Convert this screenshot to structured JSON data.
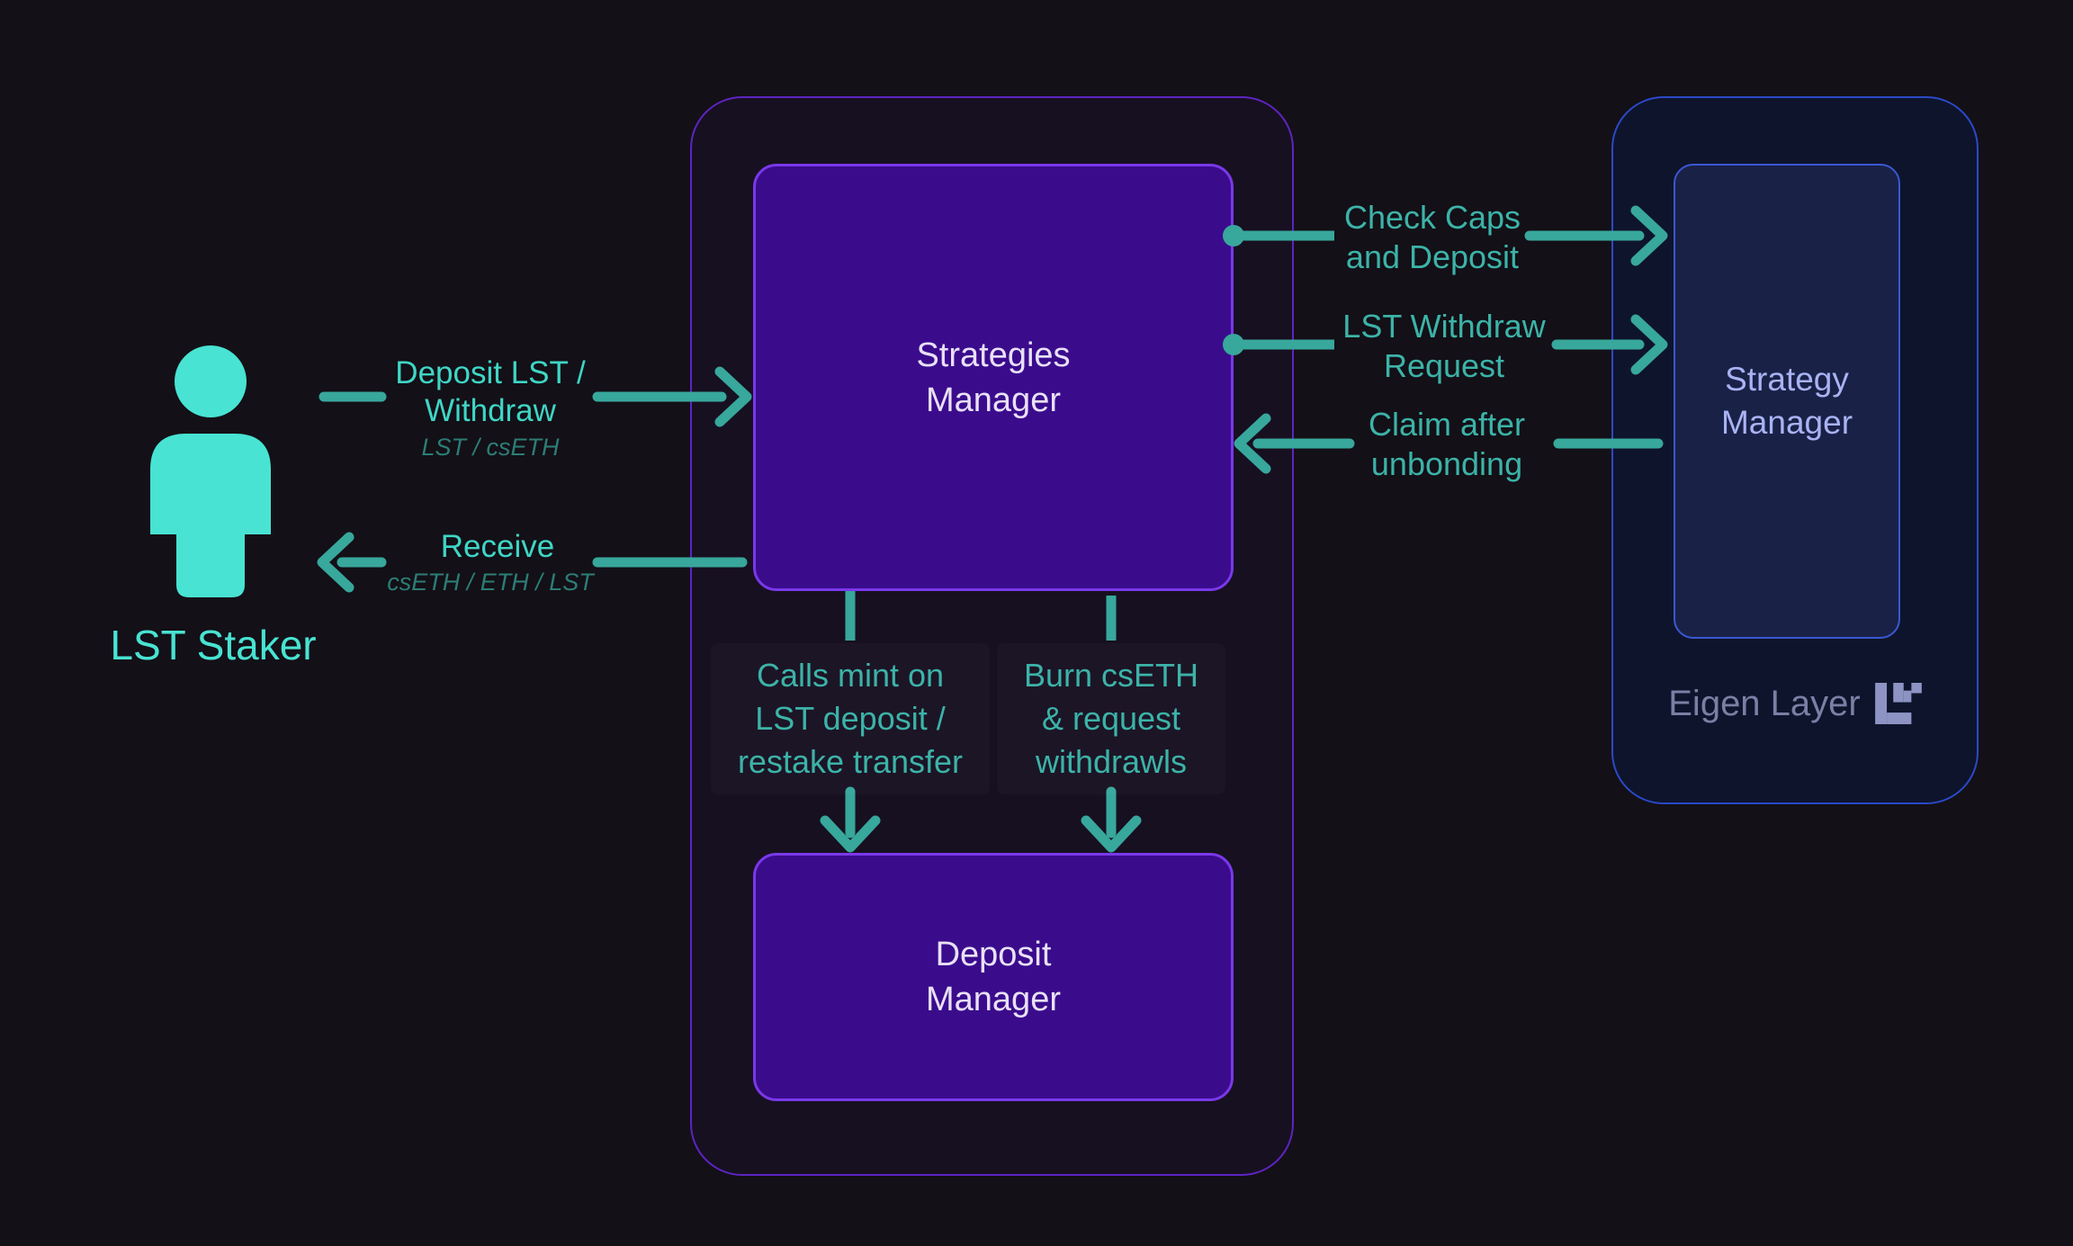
{
  "diagram": {
    "title": "LST restaking architecture diagram",
    "background_color": "#131017",
    "colors": {
      "teal_icon": "#48e3d2",
      "teal_label_bright": "#3fd6c6",
      "teal_label_mid": "#3cb3a8",
      "teal_arrow": "#38a79c",
      "teal_sublabel": "#2c7d75",
      "purple_node_fill": "#3a0c8c",
      "purple_node_border": "#7a38ea",
      "purple_container_border": "#5d24c2",
      "blue_container_border": "#2b49c8",
      "blue_container_fill": "#0e142c",
      "navy_node_fill": "#1a2147",
      "navy_node_border": "#3b58d1",
      "node_text": "#e9e0f7",
      "navy_node_text": "#a9b3f3",
      "eigen_text": "#7b7fa4"
    },
    "actor": {
      "label": "LST Staker"
    },
    "nodes": {
      "strategies_manager": {
        "label": "Strategies\nManager"
      },
      "deposit_manager": {
        "label": "Deposit\nManager"
      },
      "strategy_manager": {
        "label": "Strategy\nManager"
      },
      "eigen_layer": {
        "label": "Eigen Layer"
      }
    },
    "flows": {
      "deposit": {
        "label": "Deposit LST /\nWithdraw",
        "sublabel": "LST / csETH"
      },
      "receive": {
        "label": "Receive",
        "sublabel": "csETH / ETH / LST"
      },
      "check_caps": {
        "label": "Check Caps\nand Deposit"
      },
      "lst_withdraw": {
        "label": "LST Withdraw\nRequest"
      },
      "claim": {
        "label": "Claim after\nunbonding"
      },
      "mint": {
        "label": "Calls mint on\nLST deposit /\nrestake transfer"
      },
      "burn": {
        "label": "Burn csETH\n& request\nwithdrawls"
      }
    }
  }
}
